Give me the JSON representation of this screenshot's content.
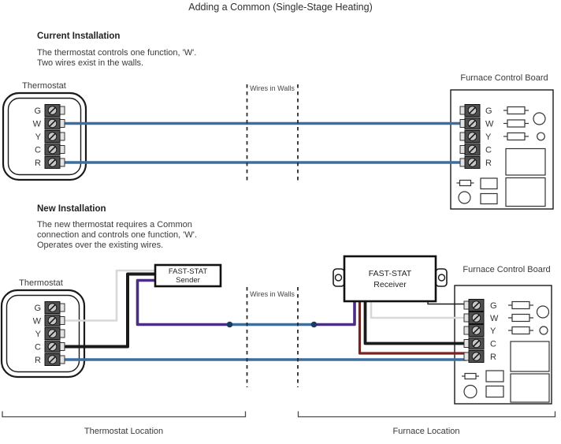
{
  "title": "Adding a Common (Single-Stage Heating)",
  "current_installation": {
    "heading": "Current Installation",
    "lines": [
      "The thermostat controls one function, 'W'.",
      "Two wires exist in the walls."
    ]
  },
  "new_installation": {
    "heading": "New Installation",
    "lines": [
      "The new thermostat requires a Common",
      "connection and controls one function, 'W'.",
      "Operates over the existing wires."
    ]
  },
  "labels": {
    "thermostat_top": "Thermostat",
    "thermostat_bottom": "Thermostat",
    "furnace_board_top": "Furnace Control Board",
    "furnace_board_bottom": "Furnace Control Board",
    "wires_in_walls_top": "Wires in Walls",
    "wires_in_walls_bottom": "Wires in Walls",
    "sender_line1": "FAST-STAT",
    "sender_line2": "Sender",
    "receiver_line1": "FAST-STAT",
    "receiver_line2": "Receiver",
    "thermostat_location": "Thermostat Location",
    "furnace_location": "Furnace Location"
  },
  "terminals": [
    "G",
    "W",
    "Y",
    "C",
    "R"
  ],
  "wire_colors": {
    "blue": "#3c6e9f",
    "purple": "#4b2e83",
    "black": "#1a1a1a",
    "dark_red": "#7e2220",
    "gray": "#d8d8d8",
    "junction_dot": "#1e3a5f"
  }
}
